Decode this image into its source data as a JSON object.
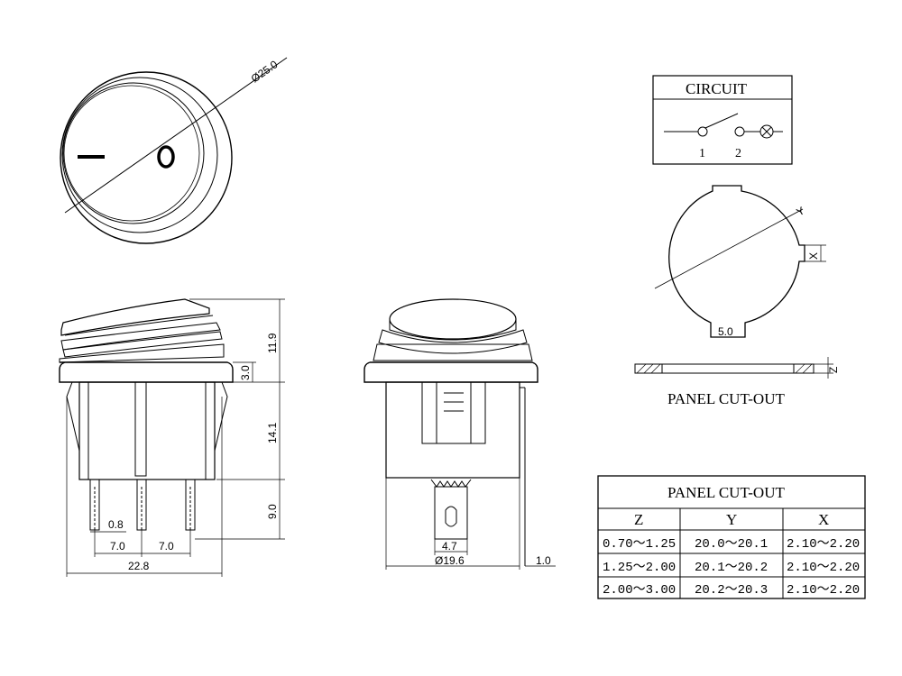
{
  "top_view": {
    "diameter_label": "Ø25.0",
    "on_symbol": "—",
    "off_symbol": "O"
  },
  "side_view": {
    "height_top": "11.9",
    "bezel_thickness": "3.0",
    "body_height": "14.1",
    "terminal_length": "9.0",
    "terminal_width": "0.8",
    "pitch_left": "7.0",
    "pitch_right": "7.0",
    "overall_width": "22.8"
  },
  "front_view": {
    "terminal_width": "4.7",
    "body_diameter": "Ø19.6",
    "clip_thickness": "1.0"
  },
  "circuit": {
    "title": "CIRCUIT",
    "pin1": "1",
    "pin2": "2"
  },
  "panel_cutout_drawing": {
    "y_label": "Y",
    "x_label": "X",
    "z_label": "Z",
    "tab_width": "5.0",
    "caption": "PANEL CUT-OUT"
  },
  "cutout_table": {
    "title": "PANEL CUT-OUT",
    "headers": [
      "Z",
      "Y",
      "X"
    ],
    "rows": [
      [
        "0.70～1.25",
        "20.0～20.1",
        "2.10～2.20"
      ],
      [
        "1.25～2.00",
        "20.1～20.2",
        "2.10～2.20"
      ],
      [
        "2.00～3.00",
        "20.2～20.3",
        "2.10～2.20"
      ]
    ]
  }
}
